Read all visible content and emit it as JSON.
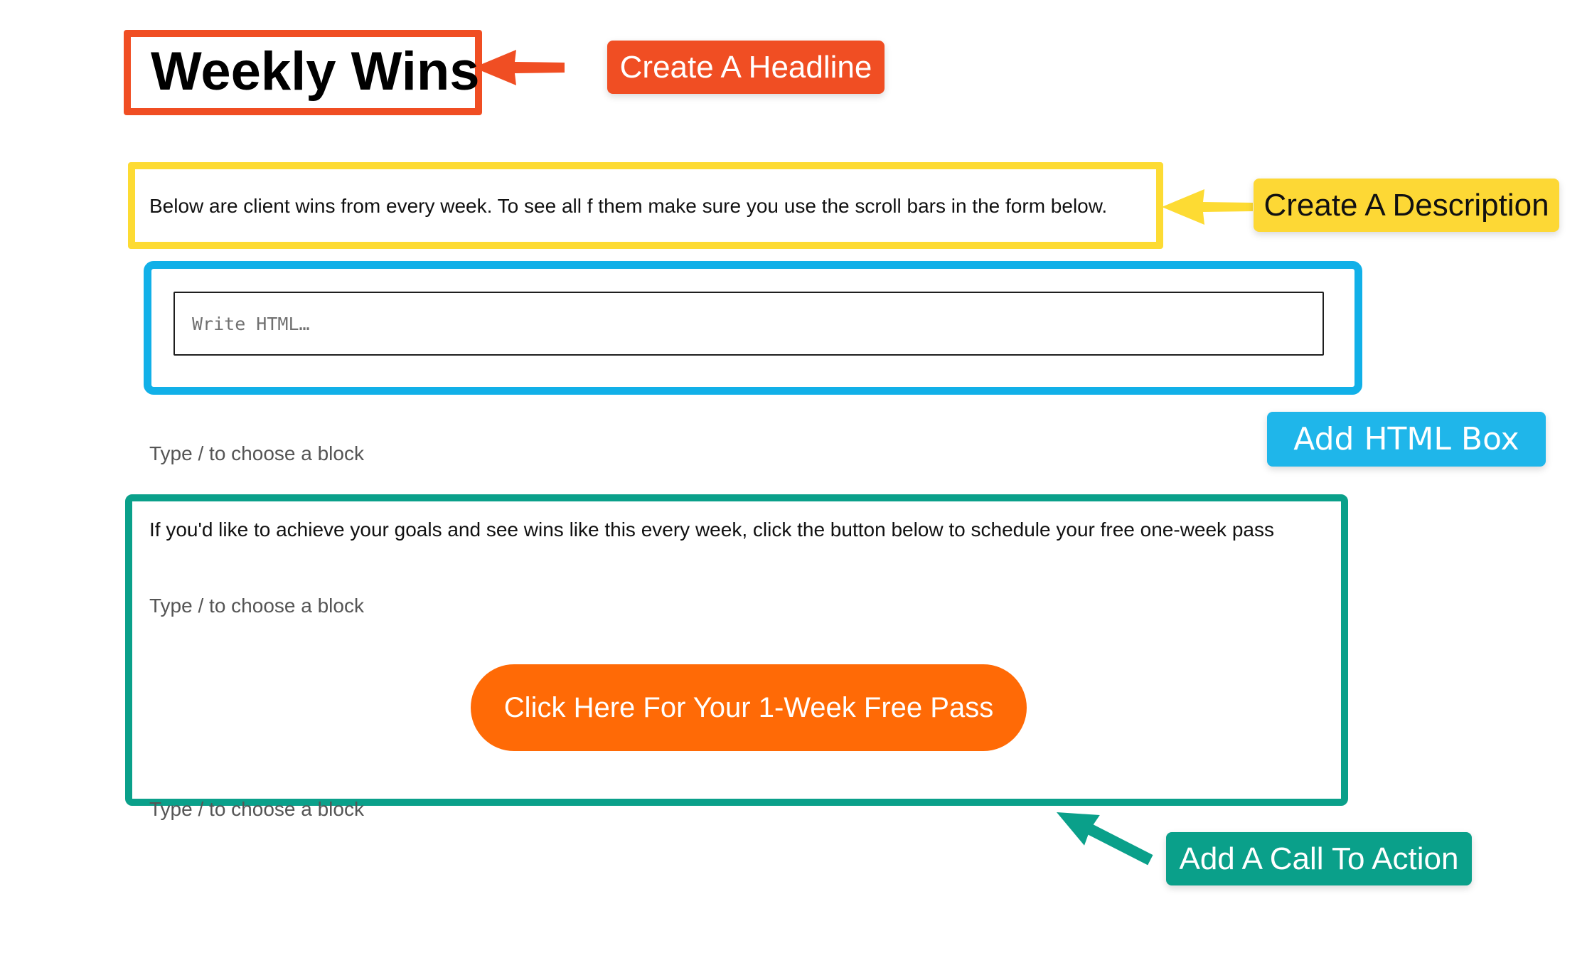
{
  "headline": {
    "text": "Weekly Wins"
  },
  "description": {
    "text": "Below are client wins from every week. To see all f them make sure you use the scroll bars in the form below."
  },
  "html_block": {
    "placeholder": "Write HTML…"
  },
  "block_placeholder": "Type / to choose a block",
  "cta": {
    "text": "If you'd like to achieve your goals and see wins like this every week, click the button below to schedule your free one-week pass",
    "button_label": "Click Here For Your 1-Week Free Pass"
  },
  "callouts": {
    "headline": "Create A Headline",
    "description": "Create A Description",
    "html": "Add HTML Box",
    "cta": "Add A Call To Action"
  },
  "colors": {
    "headline_accent": "#f04e23",
    "description_accent": "#fddb33",
    "html_accent": "#11b0e8",
    "cta_accent": "#0aa08a",
    "button": "#ff6a06"
  },
  "icons": {
    "headline_arrow": "arrow-left-icon",
    "description_arrow": "arrow-left-icon",
    "cta_arrow": "arrow-up-left-icon"
  }
}
